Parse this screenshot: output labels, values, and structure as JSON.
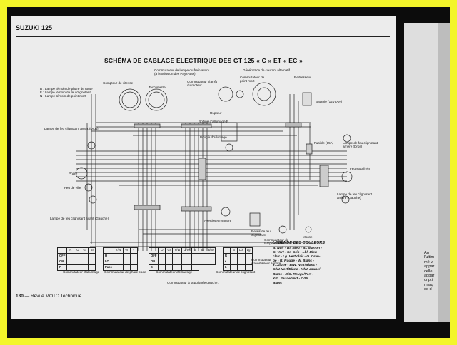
{
  "header": {
    "title": "SUZUKI 125"
  },
  "diagram": {
    "title": "SCHÉMA DE CABLAGE ÉLECTRIQUE DES GT 125 « C » ET « EC »",
    "labels": {
      "compteur": "Compteur de vitesse",
      "tachymetre": "Tachymètre",
      "lampe_frein": "Commutateur de lampe du frein avant\n(à l'exclusion des Pays-Bas)",
      "arret_moteur": "Commutateur d'arrêt\ndu moteur",
      "generatrice": "Génératrice de courant alternatif",
      "point_mort": "Commutateur de\npoint mort",
      "redresseur": "Redresseur",
      "lampes_temoin": "B : Lampe témoin de phare de route\nF : Lampe témoin de feu clignotant\nN : Lampe témoin de point mort",
      "rupteur": "Rupteur",
      "bobine": "Bobine d'allumage B",
      "bougie": "Bougie d'allumage",
      "batterie": "Batterie (12V5AH)",
      "clign_avant_droit": "Lampe de feu clignotant avant (Droit)",
      "clign_arriere_droit": "Lampe de feu clignotant\narrière (Droit)",
      "fusible": "Fusible (15A)",
      "feu_stop": "Feu stop/frein",
      "phare": "Phare",
      "feu_ville": "Feu de ville",
      "clign_arriere_gauche": "Lampe de feu clignotant\narrière (Gauche)",
      "clign_avant_gauche": "Lampe de feu clignotant avant (Gauche)",
      "avertisseur": "Avertisseur sonore",
      "relais": "Relais de feu\nclignotant",
      "comm_lampe_frein": "Commutateur de\nlampe du frein",
      "masse": "Masse",
      "comm_avertisseur": "Commutateur\nd'avertisseur sonore",
      "comm_allumage": "Commutateur d'allumage",
      "comm_phare": "Commutateur de phare code",
      "comm_eclairage": "Commutateur d'éclairage",
      "comm_poignee": "Commutateur à la poignée gauche.",
      "comm_clignotant": "Commutateur de clignotant"
    }
  },
  "legend": {
    "title": "LEGENDE DES COULEURS",
    "text": "B. Noir - Bl. Bleu - Br. Marron -\nG. Vert - Gr. Gris - Lbl. Bleu\nclair - Lg. Vert clair - O. Oran-\nge - R. Rouge - W. Blanc -\nY. Jaune - B/W. Noir/Blanc -\nG/W. Vert/Blanc - Y/W. Jaune/\nBlanc - R/G. Rouge/Vert -\nY/G. Jaune/Vert - O/W.\nBlanc"
  },
  "switches": {
    "ignition": {
      "headers": [
        "",
        "R",
        "O",
        "Gr",
        "Br"
      ],
      "rows": [
        "OFF",
        "ON",
        "P"
      ]
    },
    "headlight": {
      "headers": [
        "Y/W",
        "W",
        "Y"
      ],
      "rows": [
        "H",
        "LO",
        "Pass"
      ]
    },
    "lighting": {
      "headers": [
        "O",
        "Gr",
        "Y/W",
        "G/W",
        "Br"
      ],
      "rows": [
        "OFF",
        "ON",
        "S"
      ]
    },
    "horn": {
      "headers": [
        "B",
        "B/W"
      ],
      "rows": [
        "",
        ""
      ]
    },
    "turn": {
      "headers": [
        "B",
        "Lbl",
        "Lg"
      ],
      "rows": [
        "R",
        "•",
        "L"
      ]
    }
  },
  "footer": {
    "page": "130",
    "source": "— Revue MOTO Technique"
  },
  "facing_page": {
    "text": "Au\nl'ultim\nmé v\nappar\ncelle\nappar\ncripti\nmarq\nse d"
  }
}
